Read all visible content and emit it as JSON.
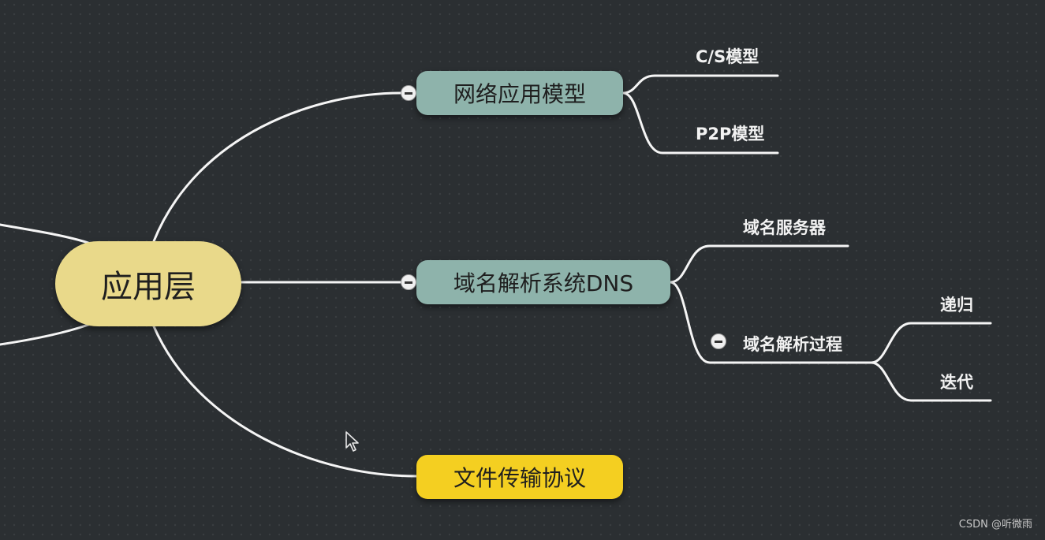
{
  "root": {
    "label": "应用层"
  },
  "branches": {
    "model": {
      "label": "网络应用模型",
      "children": [
        "C/S模型",
        "P2P模型"
      ]
    },
    "dns": {
      "label": "域名解析系统DNS",
      "children": [
        "域名服务器",
        "域名解析过程"
      ],
      "process_children": [
        "递归",
        "迭代"
      ]
    },
    "ftp": {
      "label": "文件传输协议"
    }
  },
  "watermark": "CSDN @听微雨",
  "colors": {
    "background": "#2b2f32",
    "root_fill": "#e9d98a",
    "branch_fill": "#8eb3ab",
    "highlight_fill": "#f4cf21",
    "connector": "#f5f5f5"
  },
  "icons": [
    "collapse-icon",
    "mouse-cursor-icon"
  ]
}
